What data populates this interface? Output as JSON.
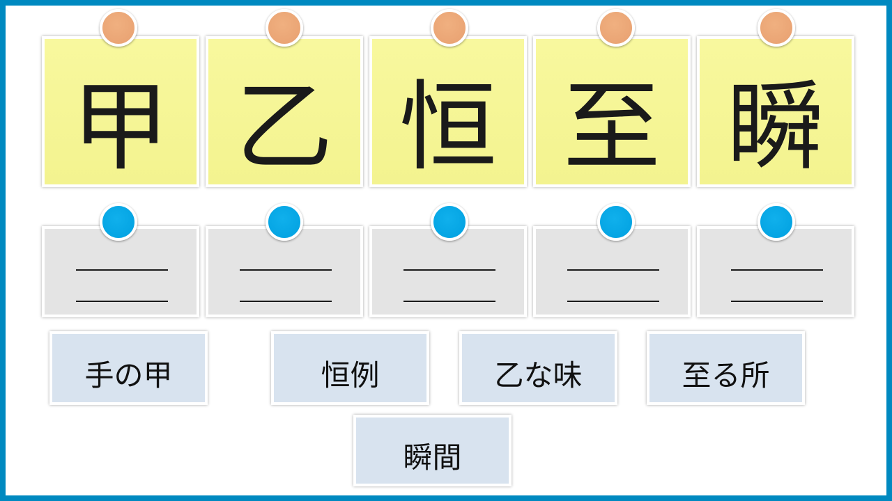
{
  "kanji_cards": [
    "甲",
    "乙",
    "恒",
    "至",
    "瞬"
  ],
  "answer_slots": 5,
  "word_options": [
    "手の甲",
    "恒例",
    "乙な味",
    "至る所",
    "瞬間"
  ],
  "colors": {
    "border": "#0089c0",
    "kanji_card": "#f6f697",
    "pin_top": "#eca878",
    "pin_slot": "#00a5e5",
    "slot": "#e4e4e4",
    "word": "#d8e3ef"
  }
}
